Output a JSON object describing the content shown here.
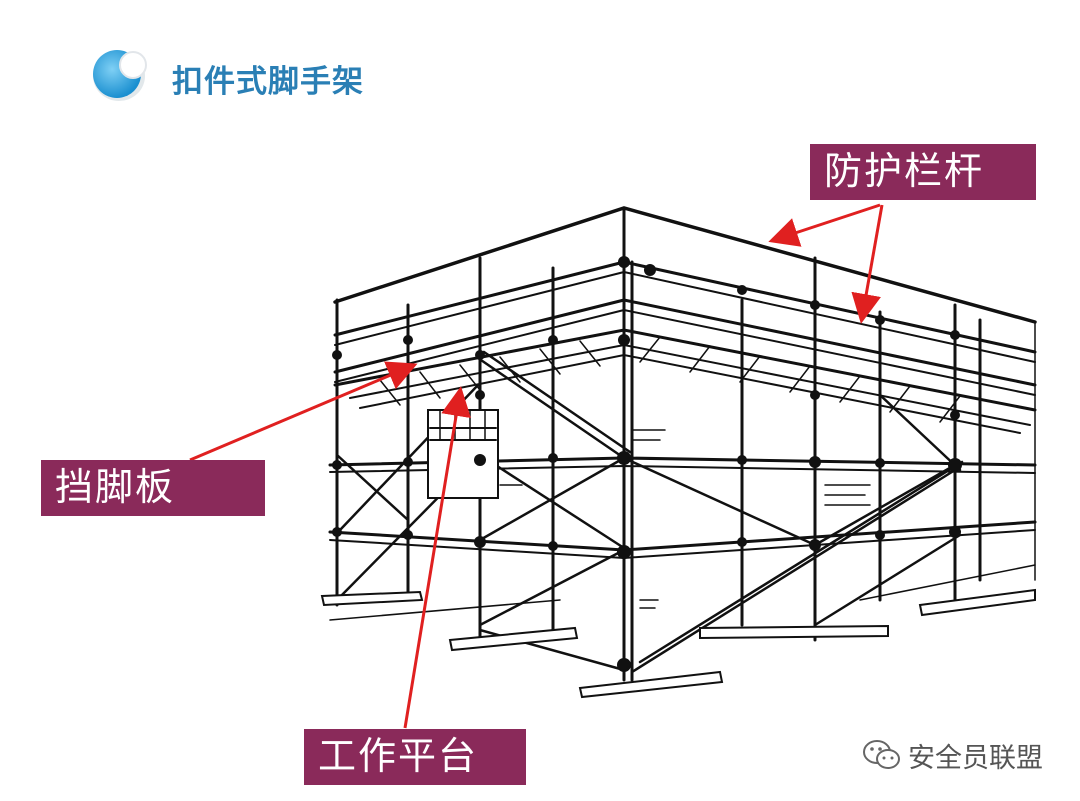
{
  "header": {
    "title": "扣件式脚手架"
  },
  "labels": {
    "guard_railing": "防护栏杆",
    "toe_board": "挡脚板",
    "work_platform": "工作平台"
  },
  "watermark": {
    "text": "安全员联盟",
    "icon": "wechat-icon"
  },
  "colors": {
    "title": "#2a7fb5",
    "label_background": "#8a2a5a",
    "label_text": "#ffffff",
    "arrow": "#e02020",
    "line_art": "#111111"
  }
}
